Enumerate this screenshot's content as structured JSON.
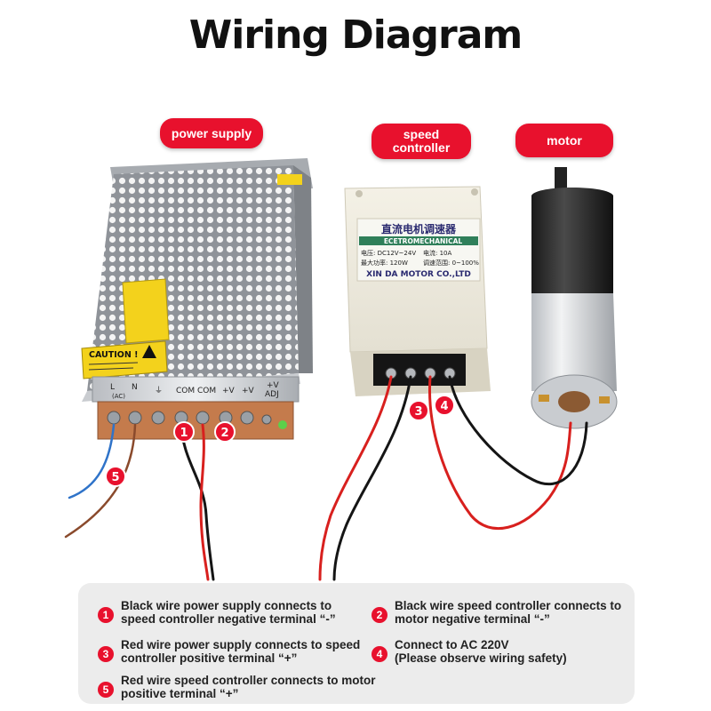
{
  "title": "Wiring Diagram",
  "tags": {
    "power_supply": "power supply",
    "speed_controller_line1": "speed",
    "speed_controller_line2": "controller",
    "motor": "motor"
  },
  "device_labels": {
    "caution": "CAUTION !",
    "terminals": [
      "L",
      "N",
      "(AC)",
      "⏚",
      "COM",
      "COM",
      "+V",
      "+V",
      "+V",
      "ADJ"
    ],
    "controller_title": "直流电机调速器",
    "controller_brand": "ECETROMECHANICAL",
    "controller_spec_voltage": "电压: DC12V~24V",
    "controller_spec_current": "电流: 10A",
    "controller_spec_power": "最大功率: 120W",
    "controller_spec_range": "调速范围: 0~100%",
    "controller_maker": "XIN DA MOTOR CO.,LTD"
  },
  "markers": [
    "1",
    "2",
    "3",
    "4",
    "5"
  ],
  "legend": {
    "items": [
      {
        "num": "1",
        "line1": "Black wire power supply connects to",
        "line2": "speed controller negative terminal “-”"
      },
      {
        "num": "2",
        "line1": "Black wire speed controller connects to",
        "line2": "motor negative terminal “-”"
      },
      {
        "num": "3",
        "line1": "Red wire power supply connects to speed",
        "line2": "controller positive terminal “+”"
      },
      {
        "num": "4",
        "line1": "Connect to AC 220V",
        "line2": "(Please observe wiring safety)"
      },
      {
        "num": "5",
        "line1": "Red wire speed controller connects to motor",
        "line2": "positive terminal “+”"
      }
    ]
  },
  "colors": {
    "accent_red": "#e8112d",
    "wire_red": "#d8201e",
    "wire_black": "#151515",
    "wire_blue": "#2f73c9",
    "wire_brown": "#8a4a2c"
  }
}
